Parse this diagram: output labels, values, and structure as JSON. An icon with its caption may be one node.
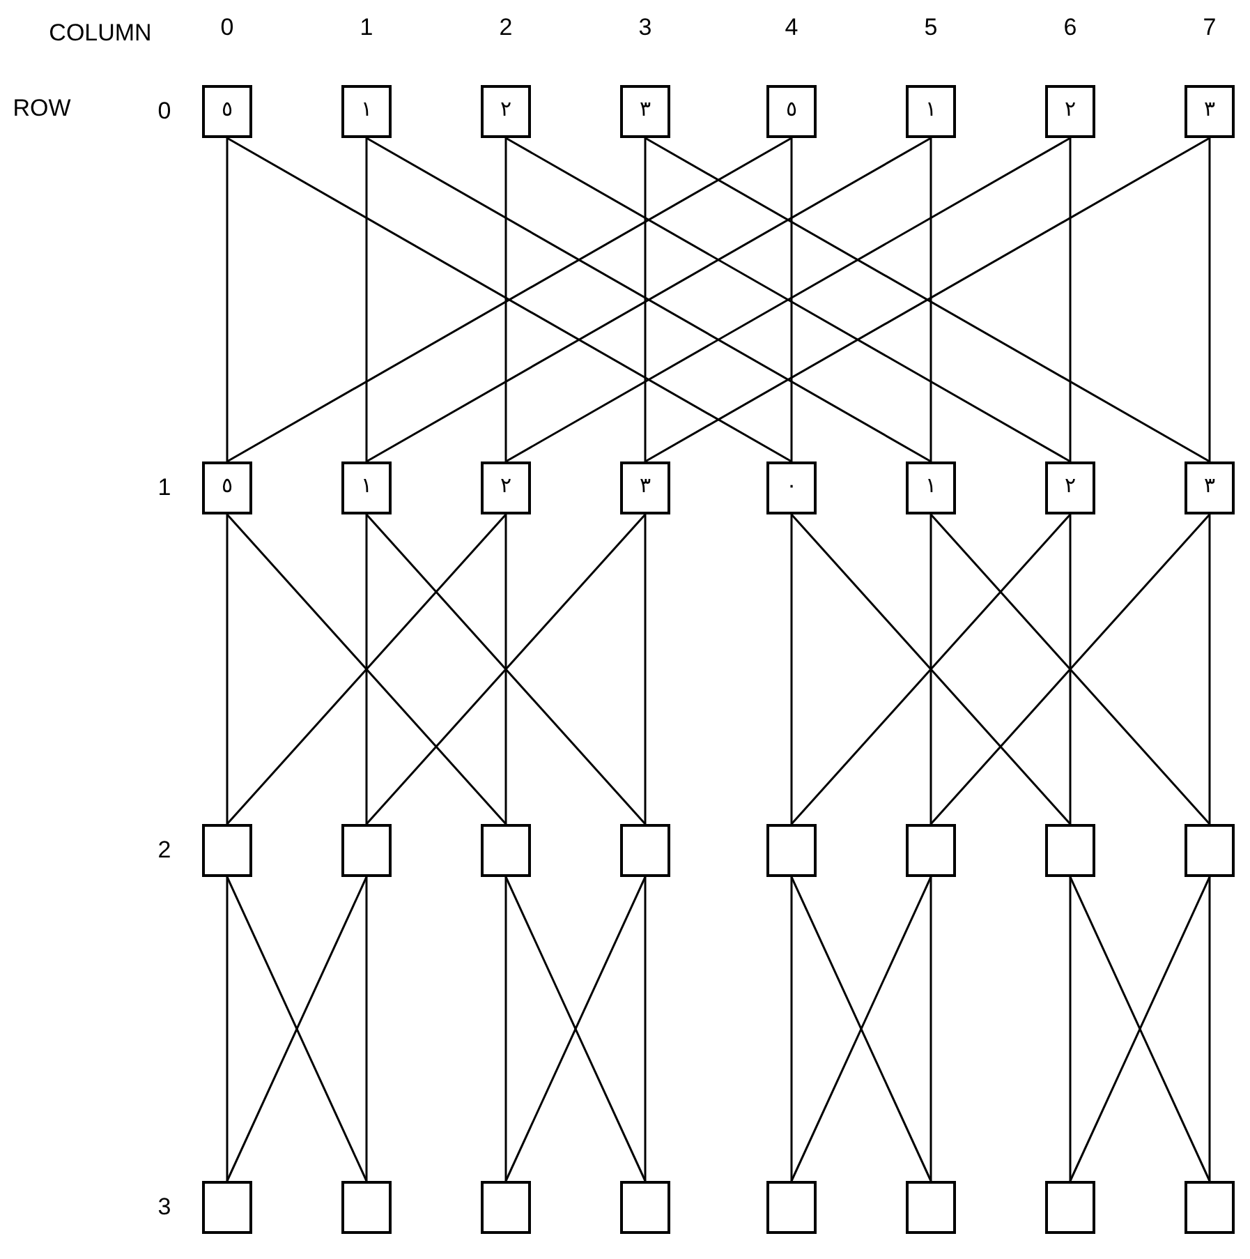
{
  "diagram": {
    "nodes": [
      {
        "text": [
          "٥"
        ]
      },
      {
        "text": [
          "١"
        ]
      },
      {
        "text": [
          "٢"
        ]
      },
      {
        "text": [
          "٣"
        ]
      },
      {
        "text": [
          "٥"
        ]
      },
      {
        "text": [
          "١"
        ]
      },
      {
        "text": [
          "٢"
        ]
      },
      {
        "text": [
          "٣"
        ]
      },
      {
        "text": [
          "٥"
        ]
      },
      {
        "text": [
          "١"
        ]
      },
      {
        "text": [
          "٢"
        ]
      },
      {
        "text": [
          "٣"
        ]
      },
      {
        "text": [
          "٠"
        ]
      },
      {
        "text": [
          "١"
        ]
      },
      {
        "text": [
          "٢"
        ]
      },
      {
        "text": [
          "٣"
        ]
      },
      {
        "text": [],
        "shape": "box"
      },
      {
        "text": [],
        "shape": "box"
      },
      {
        "text": [],
        "shape": "box"
      },
      {
        "text": [],
        "shape": "box"
      },
      {
        "text": [],
        "shape": "box"
      },
      {
        "text": [],
        "shape": "box"
      },
      {
        "text": [],
        "shape": "box"
      },
      {
        "text": [],
        "shape": "box"
      },
      {
        "text": [],
        "shape": "box"
      },
      {
        "text": [],
        "shape": "box"
      },
      {
        "text": [],
        "shape": "box"
      },
      {
        "text": [],
        "shape": "box"
      },
      {
        "text": [],
        "shape": "box"
      },
      {
        "text": [],
        "shape": "box"
      },
      {
        "text": [],
        "shape": "box"
      },
      {
        "text": [],
        "shape": "box"
      }
    ],
    "edges": [
      {
        "from": 0,
        "to": 8,
        "arrow": "none"
      },
      {
        "from": 0,
        "to": 12,
        "arrow": "none"
      },
      {
        "from": 1,
        "to": 9,
        "arrow": "none"
      },
      {
        "from": 1,
        "to": 13,
        "arrow": "none"
      },
      {
        "from": 2,
        "to": 10,
        "arrow": "none"
      },
      {
        "from": 2,
        "to": 14,
        "arrow": "none"
      },
      {
        "from": 3,
        "to": 11,
        "arrow": "none"
      },
      {
        "from": 3,
        "to": 15,
        "arrow": "none"
      },
      {
        "from": 4,
        "to": 12,
        "arrow": "none"
      },
      {
        "from": 4,
        "to": 8,
        "arrow": "none"
      },
      {
        "from": 5,
        "to": 13,
        "arrow": "none"
      },
      {
        "from": 5,
        "to": 9,
        "arrow": "none"
      },
      {
        "from": 6,
        "to": 14,
        "arrow": "none"
      },
      {
        "from": 6,
        "to": 10,
        "arrow": "none"
      },
      {
        "from": 7,
        "to": 15,
        "arrow": "none"
      },
      {
        "from": 7,
        "to": 11,
        "arrow": "none"
      },
      {
        "from": 8,
        "to": 16,
        "arrow": "none"
      },
      {
        "from": 8,
        "to": 18,
        "arrow": "none"
      },
      {
        "from": 9,
        "to": 17,
        "arrow": "none"
      },
      {
        "from": 9,
        "to": 19,
        "arrow": "none"
      },
      {
        "from": 10,
        "to": 18,
        "arrow": "none"
      },
      {
        "from": 10,
        "to": 16,
        "arrow": "none"
      },
      {
        "from": 11,
        "to": 19,
        "arrow": "none"
      },
      {
        "from": 11,
        "to": 17,
        "arrow": "none"
      },
      {
        "from": 12,
        "to": 20,
        "arrow": "none"
      },
      {
        "from": 12,
        "to": 22,
        "arrow": "none"
      },
      {
        "from": 13,
        "to": 21,
        "arrow": "none"
      },
      {
        "from": 13,
        "to": 23,
        "arrow": "none"
      },
      {
        "from": 14,
        "to": 22,
        "arrow": "none"
      },
      {
        "from": 14,
        "to": 20,
        "arrow": "none"
      },
      {
        "from": 15,
        "to": 23,
        "arrow": "none"
      },
      {
        "from": 15,
        "to": 21,
        "arrow": "none"
      },
      {
        "from": 16,
        "to": 24,
        "arrow": "none"
      },
      {
        "from": 16,
        "to": 25,
        "arrow": "none"
      },
      {
        "from": 17,
        "to": 25,
        "arrow": "none"
      },
      {
        "from": 17,
        "to": 24,
        "arrow": "none"
      },
      {
        "from": 18,
        "to": 26,
        "arrow": "none"
      },
      {
        "from": 18,
        "to": 27,
        "arrow": "none"
      },
      {
        "from": 19,
        "to": 27,
        "arrow": "none"
      },
      {
        "from": 19,
        "to": 26,
        "arrow": "none"
      },
      {
        "from": 20,
        "to": 28,
        "arrow": "none"
      },
      {
        "from": 20,
        "to": 29,
        "arrow": "none"
      },
      {
        "from": 21,
        "to": 29,
        "arrow": "none"
      },
      {
        "from": 21,
        "to": 28,
        "arrow": "none"
      },
      {
        "from": 22,
        "to": 30,
        "arrow": "none"
      },
      {
        "from": 22,
        "to": 31,
        "arrow": "none"
      },
      {
        "from": 23,
        "to": 31,
        "arrow": "none"
      },
      {
        "from": 23,
        "to": 30,
        "arrow": "none"
      }
    ],
    "labels": [
      "COLUMN",
      "0",
      "1",
      "2",
      "3",
      "4",
      "5",
      "6",
      "7",
      "ROW",
      "0",
      "1",
      "2",
      "3"
    ]
  }
}
